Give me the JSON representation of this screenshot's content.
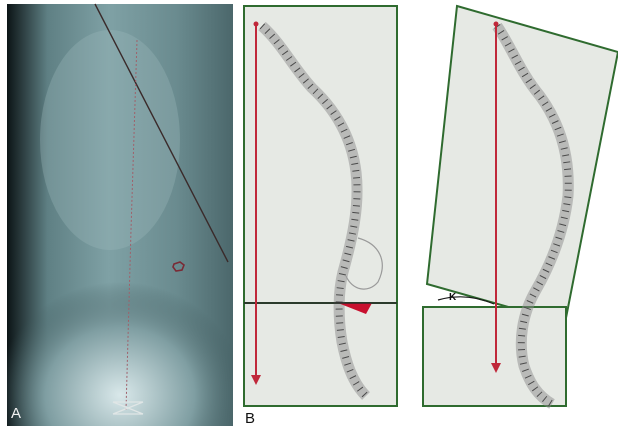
{
  "panels": {
    "a": {
      "label": "A"
    },
    "b": {
      "label": "B"
    }
  },
  "angle_marker": {
    "label": "K"
  },
  "colors": {
    "plumb_line": "#c0283a",
    "panel_border": "#2f6b2f",
    "panel_fill": "#e6e9e4",
    "angle_wedge": "#c8102e",
    "xray_dark": "#101a1c",
    "xray_light": "#cfe0e2"
  }
}
